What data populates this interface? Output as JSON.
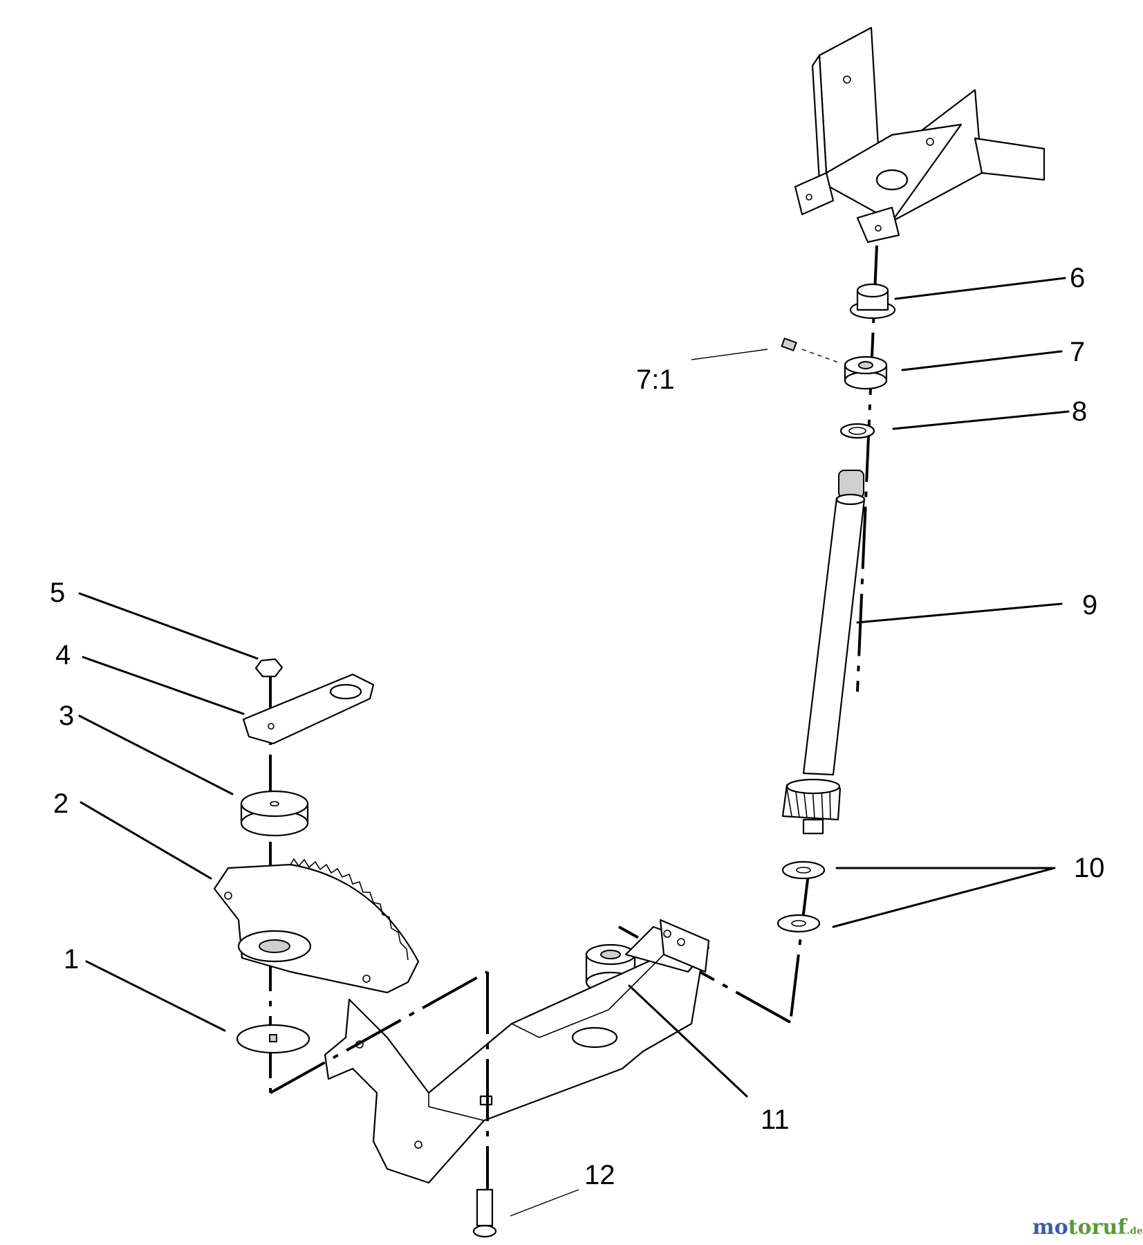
{
  "callouts": {
    "c1": "1",
    "c2": "2",
    "c3": "3",
    "c4": "4",
    "c5": "5",
    "c6": "6",
    "c7": "7",
    "c7_1": "7:1",
    "c8": "8",
    "c9": "9",
    "c10": "10",
    "c11": "11",
    "c12": "12"
  },
  "watermark": {
    "part1": "mo",
    "part2": "toruf",
    "suffix": ".de"
  },
  "colors": {
    "ink": "#000000",
    "watermark_blue": "#3a5ba8",
    "watermark_green": "#5a9a3a"
  }
}
